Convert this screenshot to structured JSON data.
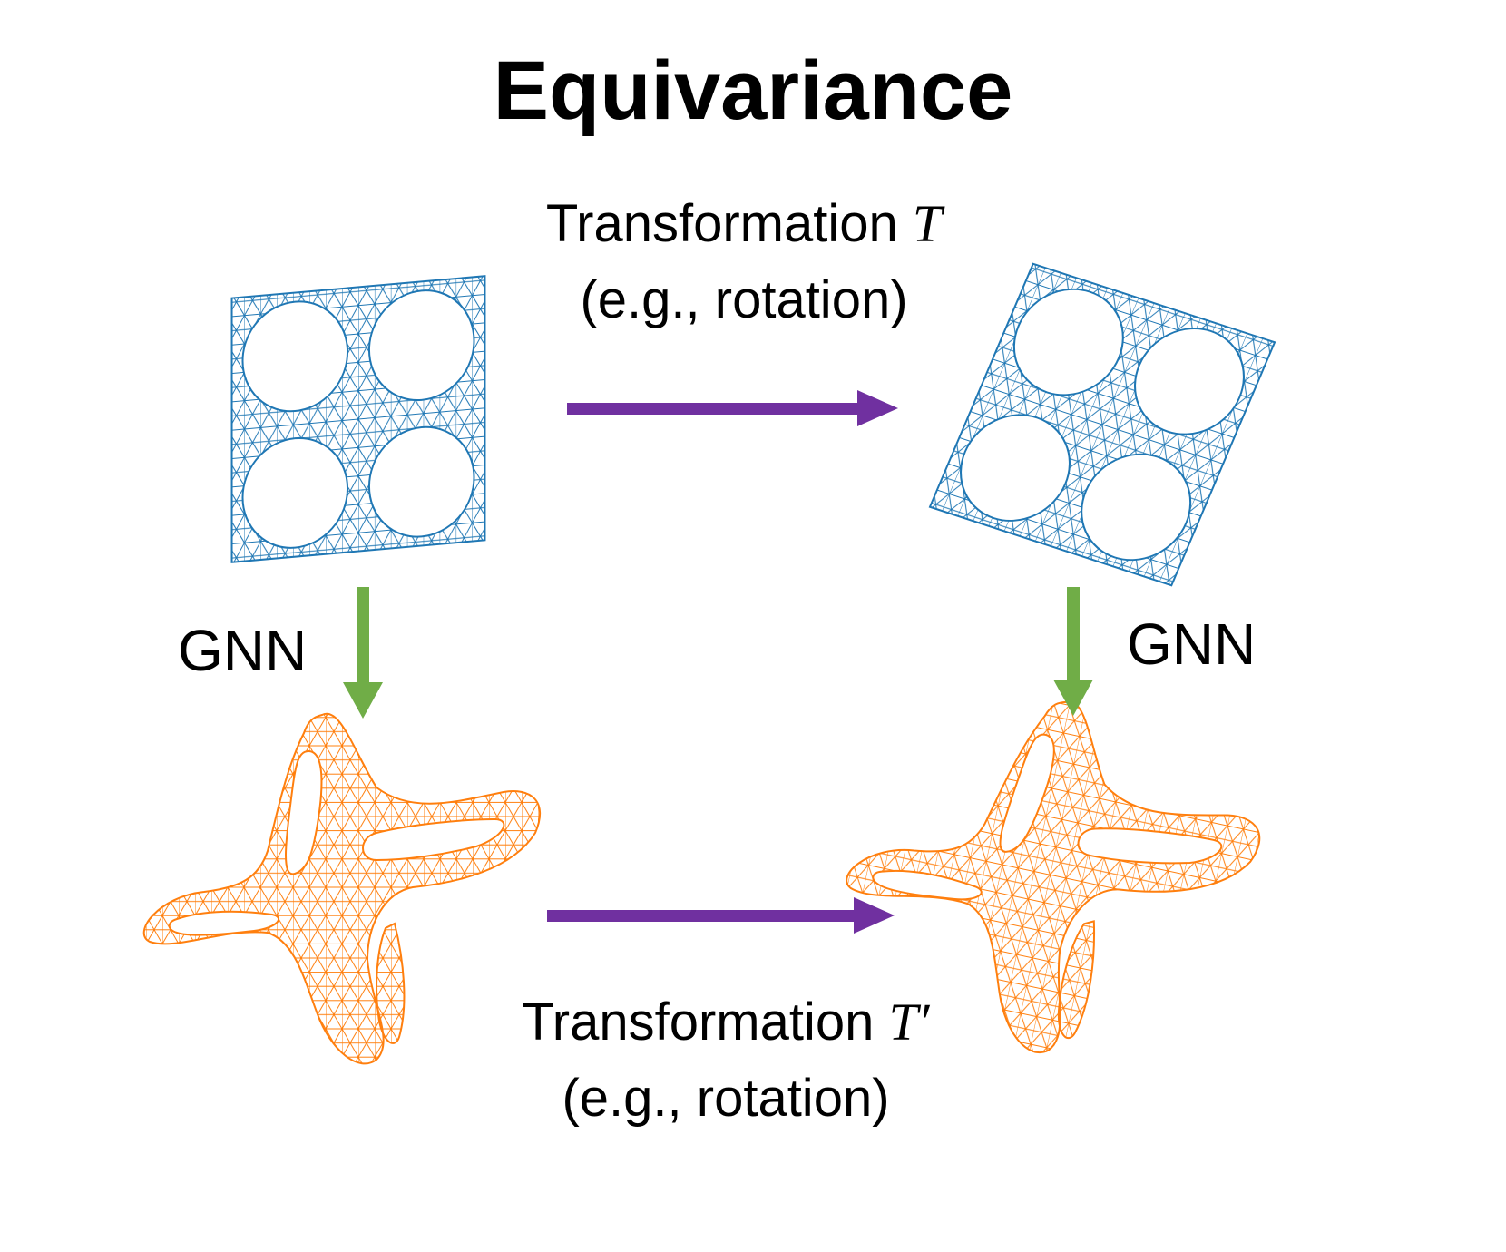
{
  "title": "Equivariance",
  "top_transform": {
    "line1_text": "Transformation",
    "symbol": "T",
    "line2": "(e.g., rotation)"
  },
  "bottom_transform": {
    "line1_text": "Transformation",
    "symbol": "T′",
    "line2": "(e.g., rotation)"
  },
  "gnn_left": "GNN",
  "gnn_right": "GNN",
  "colors": {
    "input_mesh": "#1f77b4",
    "output_mesh": "#ff7f0e",
    "transform_arrow": "#7030a0",
    "gnn_arrow": "#70ad47"
  },
  "icons": {
    "input_mesh": "square-plate-with-four-holes-mesh",
    "output_mesh": "pinwheel-deformed-mesh"
  }
}
